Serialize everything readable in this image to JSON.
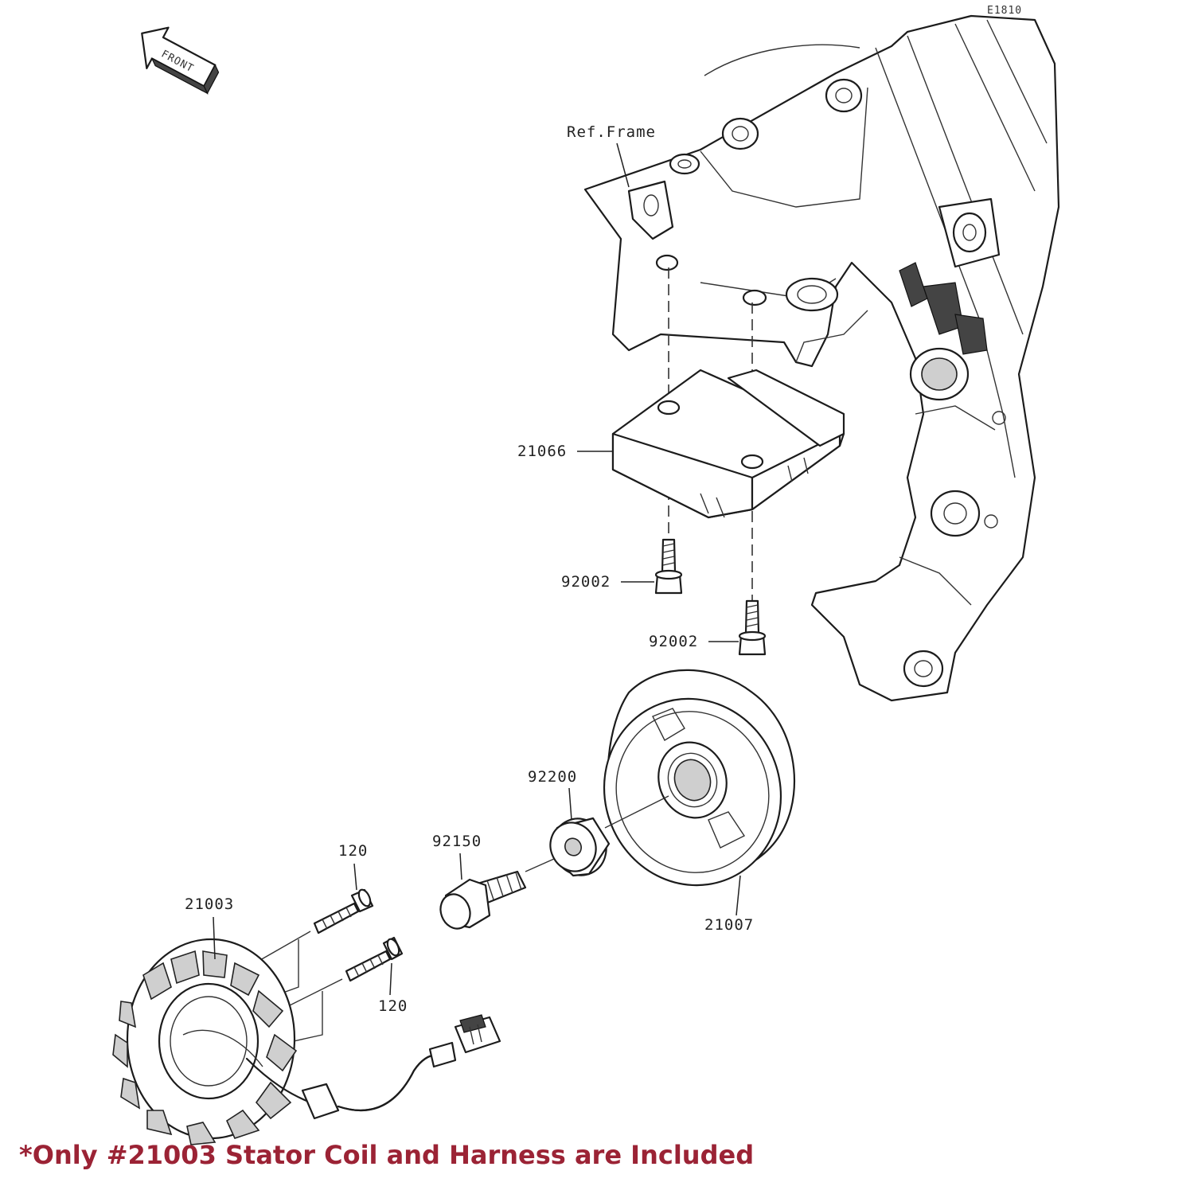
{
  "diagram": {
    "code": "E1810",
    "front_arrow_text": "FRONT",
    "ref_frame_label": "Ref.Frame",
    "parts": {
      "regulator": "21066",
      "regulator_bolt_left": "92002",
      "regulator_bolt_right": "92002",
      "rotor": "21007",
      "washer": "92200",
      "rotor_bolt": "92150",
      "stator": "21003",
      "stator_bolt_top": "120",
      "stator_bolt_bottom": "120"
    }
  },
  "note": "*Only #21003 Stator Coil and Harness are Included",
  "colors": {
    "note_text": "#9b2335",
    "line": "#1c1c1c"
  }
}
